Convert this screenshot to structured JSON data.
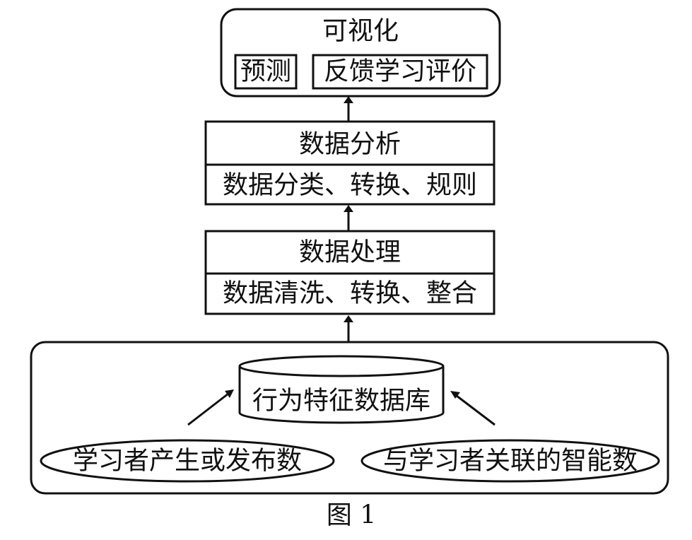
{
  "visualization": {
    "title": "可视化",
    "items": [
      "预测",
      "反馈学习评价"
    ]
  },
  "analysis": {
    "title": "数据分析",
    "detail": "数据分类、转换、规则"
  },
  "processing": {
    "title": "数据处理",
    "detail": "数据清洗、转换、整合"
  },
  "database": {
    "label": "行为特征数据库",
    "sources": [
      "学习者产生或发布数",
      "与学习者关联的智能数"
    ]
  },
  "caption": "图 1"
}
